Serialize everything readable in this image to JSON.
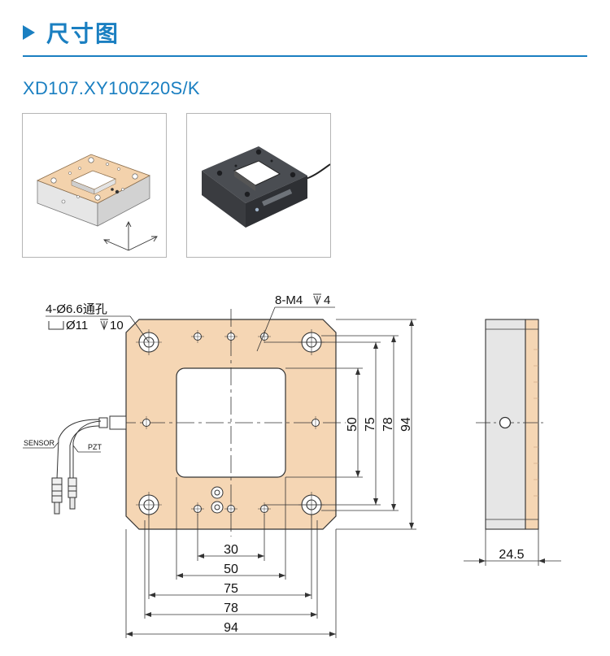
{
  "header": {
    "title": "尺寸图"
  },
  "model": "XD107.XY100Z20S/K",
  "drawing": {
    "callout_holes": "4-Ø6.6通孔",
    "callout_counterbore": "Ø11",
    "callout_counterbore_depth": "10",
    "callout_threads": "8-M4",
    "callout_threads_depth": "4",
    "sensor_label": "SENSOR",
    "pzt_label": "PZT",
    "dims_horizontal": [
      "30",
      "50",
      "75",
      "78",
      "94"
    ],
    "dims_vertical": [
      "50",
      "75",
      "78",
      "94"
    ],
    "side_thickness": "24.5"
  },
  "colors": {
    "accent": "#1a7fc1",
    "stage_face": "#f5d6b4",
    "line": "#222222"
  }
}
